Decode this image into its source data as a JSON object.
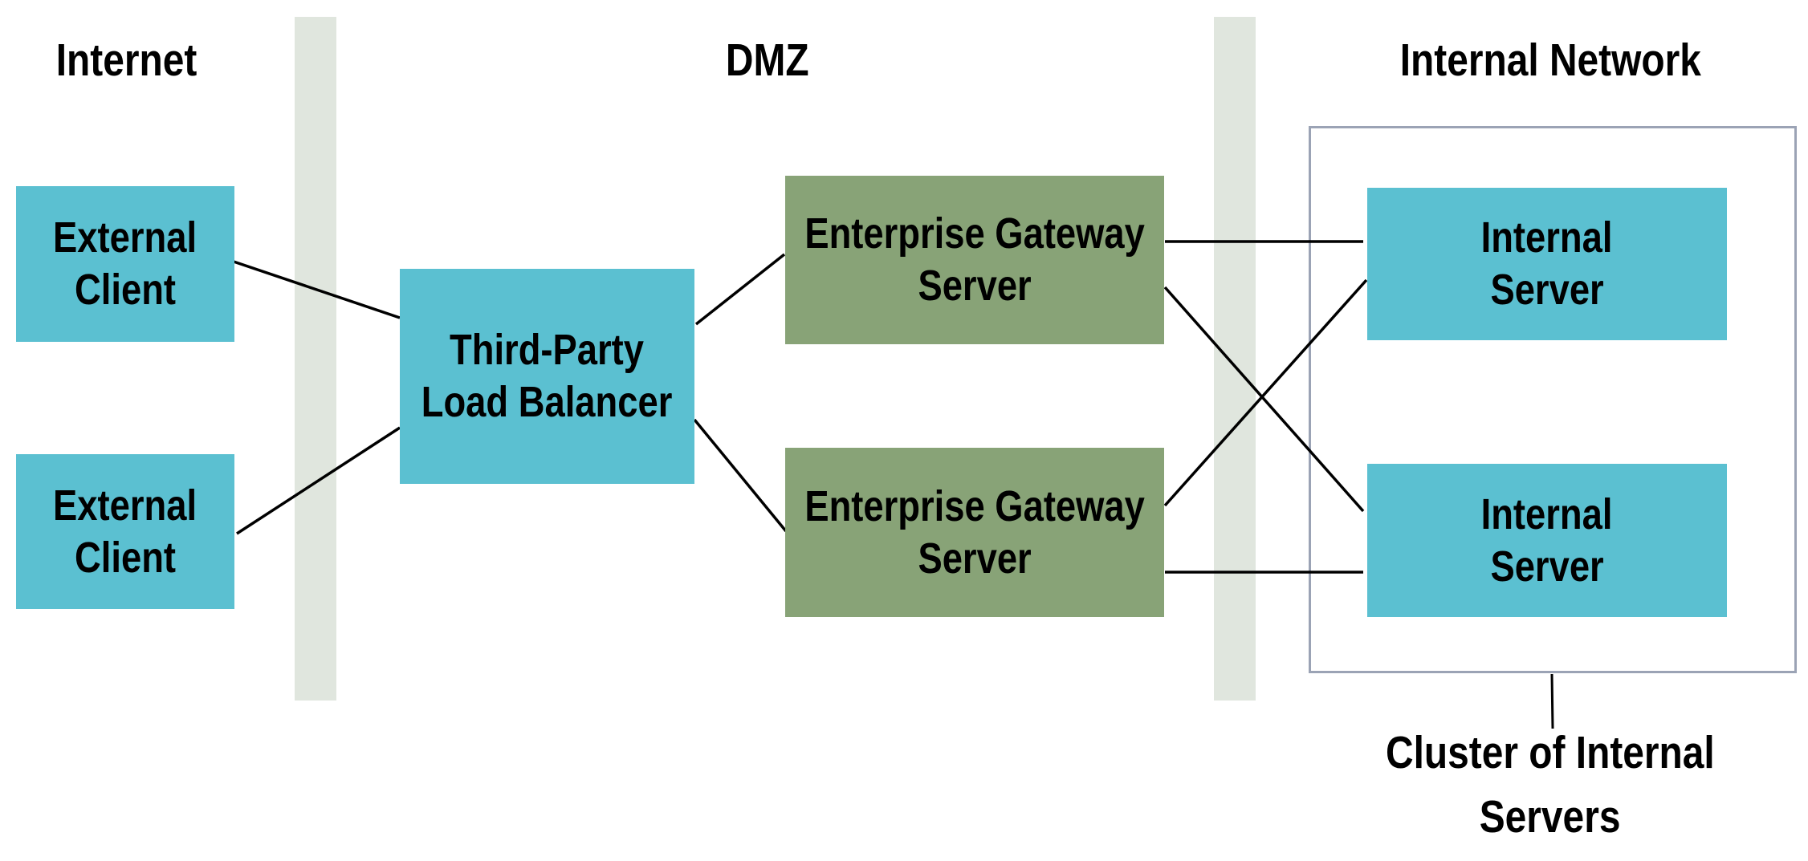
{
  "zones": {
    "internet": "Internet",
    "dmz": "DMZ",
    "internal": "Internal Network"
  },
  "nodes": {
    "external_client_1": [
      "External",
      "Client"
    ],
    "external_client_2": [
      "External",
      "Client"
    ],
    "load_balancer": [
      "Third-Party",
      "Load Balancer"
    ],
    "gateway_1": [
      "Enterprise Gateway",
      "Server"
    ],
    "gateway_2": [
      "Enterprise Gateway",
      "Server"
    ],
    "internal_server_1": [
      "Internal",
      "Server"
    ],
    "internal_server_2": [
      "Internal",
      "Server"
    ]
  },
  "cluster": {
    "caption": [
      "Cluster of Internal",
      "Servers"
    ]
  },
  "connections": [
    {
      "from": "external_client_1",
      "to": "load_balancer"
    },
    {
      "from": "external_client_2",
      "to": "load_balancer"
    },
    {
      "from": "load_balancer",
      "to": "gateway_1"
    },
    {
      "from": "load_balancer",
      "to": "gateway_2"
    },
    {
      "from": "gateway_1",
      "to": "internal_server_1"
    },
    {
      "from": "gateway_1",
      "to": "internal_server_2"
    },
    {
      "from": "gateway_2",
      "to": "internal_server_1"
    },
    {
      "from": "gateway_2",
      "to": "internal_server_2"
    }
  ],
  "colors": {
    "client_server_fill": "#5BC0D1",
    "gateway_fill": "#88A377",
    "zone_divider": "#E0E6DE",
    "cluster_border": "#9BA3B5"
  }
}
